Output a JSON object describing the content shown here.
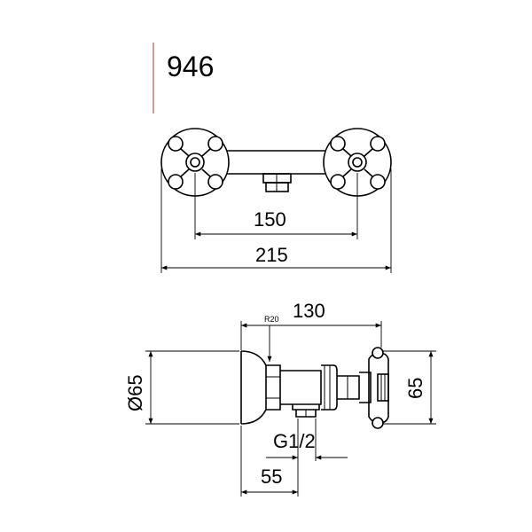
{
  "model": {
    "number": "946",
    "accent_color": "#c9a38f"
  },
  "top_view": {
    "dim_inner": "150",
    "dim_outer": "215"
  },
  "side_view": {
    "dim_depth": "130",
    "radius": "R20",
    "diameter": "Ø65",
    "height": "65",
    "thread": "G1/2",
    "offset": "55"
  }
}
